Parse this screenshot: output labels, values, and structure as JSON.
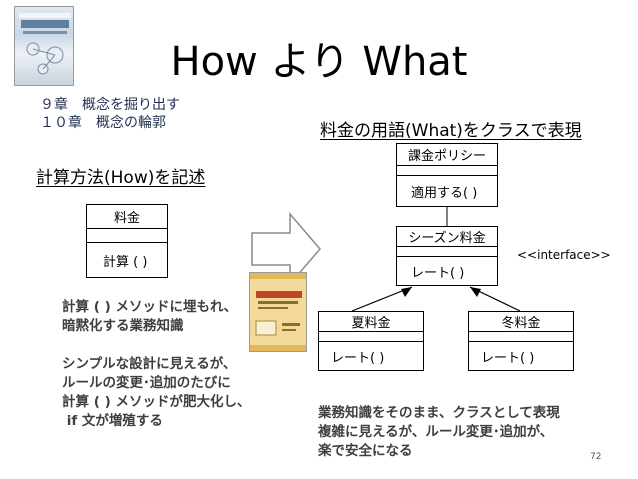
{
  "title": "How より What",
  "chapters": [
    "９章　概念を掘り出す",
    "１０章　概念の輪郭"
  ],
  "left": {
    "subtitle": "計算方法(How)を記述",
    "class": {
      "name": "料金",
      "operation": "計算 ( )"
    },
    "note": [
      "計算 ( ) メソッドに埋もれ、",
      "暗黙化する業務知識",
      "",
      "シンプルな設計に見えるが、",
      "ルールの変更･追加のたびに",
      "計算 ( ) メソッドが肥大化し、",
      " if 文が増殖する"
    ]
  },
  "right": {
    "subtitle": "料金の用語(What)をクラスで表現",
    "policy": {
      "name": "課金ポリシー",
      "operation": "適用する( )"
    },
    "season": {
      "name": "シーズン料金",
      "operation": "レート( )"
    },
    "stereotype": "<<interface>>",
    "summer": {
      "name": "夏料金",
      "operation": "レート( )"
    },
    "winter": {
      "name": "冬料金",
      "operation": "レート( )"
    },
    "note": [
      "業務知識をそのまま、クラスとして表現",
      "複雑に見えるが、ルール変更･追加が、",
      "楽で安全になる"
    ]
  },
  "page_number": "72",
  "colors": {
    "text": "#000000",
    "note": "#3f3f3f",
    "chapters": "#1f2f4f"
  }
}
